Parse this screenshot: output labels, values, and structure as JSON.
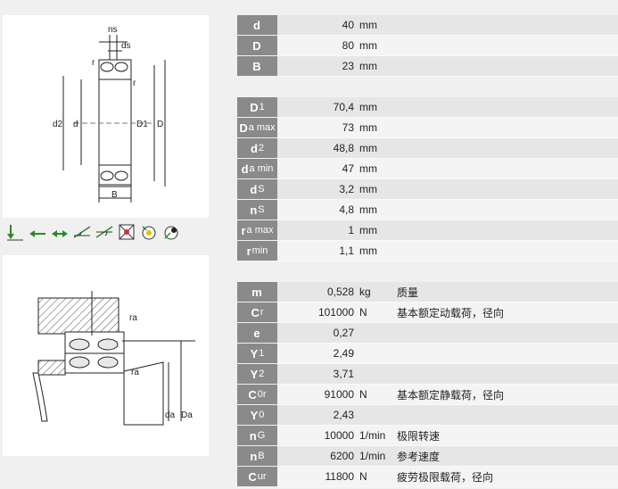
{
  "dimensions": [
    {
      "label": "d",
      "sub": "",
      "value": "40",
      "unit": "mm",
      "desc": ""
    },
    {
      "label": "D",
      "sub": "",
      "value": "80",
      "unit": "mm",
      "desc": ""
    },
    {
      "label": "B",
      "sub": "",
      "value": "23",
      "unit": "mm",
      "desc": ""
    }
  ],
  "mounting": [
    {
      "label": "D",
      "sub": "1",
      "value": "70,4",
      "unit": "mm",
      "desc": ""
    },
    {
      "label": "D",
      "sub": "a max",
      "value": "73",
      "unit": "mm",
      "desc": ""
    },
    {
      "label": "d",
      "sub": "2",
      "value": "48,8",
      "unit": "mm",
      "desc": ""
    },
    {
      "label": "d",
      "sub": "a min",
      "value": "47",
      "unit": "mm",
      "desc": ""
    },
    {
      "label": "d",
      "sub": "S",
      "value": "3,2",
      "unit": "mm",
      "desc": ""
    },
    {
      "label": "n",
      "sub": "S",
      "value": "4,8",
      "unit": "mm",
      "desc": ""
    },
    {
      "label": "r",
      "sub": "a max",
      "value": "1",
      "unit": "mm",
      "desc": ""
    },
    {
      "label": "r",
      "sub": "min",
      "value": "1,1",
      "unit": "mm",
      "desc": ""
    }
  ],
  "properties": [
    {
      "label": "m",
      "sub": "",
      "value": "0,528",
      "unit": "kg",
      "desc": "质量"
    },
    {
      "label": "C",
      "sub": "r",
      "value": "101000",
      "unit": "N",
      "desc": "基本额定动载荷，径向"
    },
    {
      "label": "e",
      "sub": "",
      "value": "0,27",
      "unit": "",
      "desc": ""
    },
    {
      "label": "Y",
      "sub": "1",
      "value": "2,49",
      "unit": "",
      "desc": ""
    },
    {
      "label": "Y",
      "sub": "2",
      "value": "3,71",
      "unit": "",
      "desc": ""
    },
    {
      "label": "C",
      "sub": "0r",
      "value": "91000",
      "unit": "N",
      "desc": "基本额定静载荷，径向"
    },
    {
      "label": "Y",
      "sub": "0",
      "value": "2,43",
      "unit": "",
      "desc": ""
    },
    {
      "label": "n",
      "sub": "G",
      "value": "10000",
      "unit": "1/min",
      "desc": "极限转速"
    },
    {
      "label": "n",
      "sub": "B",
      "value": "6200",
      "unit": "1/min",
      "desc": "参考速度"
    },
    {
      "label": "C",
      "sub": "ur",
      "value": "11800",
      "unit": "N",
      "desc": "疲劳极限载荷，径向"
    }
  ],
  "drawing_top": {
    "labels": {
      "ns": "ns",
      "ds": "ds",
      "r1": "r",
      "r2": "r",
      "d2": "d2",
      "d": "d",
      "D1": "D1",
      "D": "D",
      "B": "B"
    }
  },
  "drawing_bottom": {
    "labels": {
      "ra1": "ra",
      "ra2": "ra",
      "da": "da",
      "Da": "Da"
    }
  },
  "icons": [
    "radial-load-icon",
    "axial-load-left-icon",
    "axial-load-both-icon",
    "angle-misalignment-icon",
    "angle-misalignment-2-icon",
    "not-sealed-icon",
    "lubrication-icon",
    "speed-icon"
  ]
}
